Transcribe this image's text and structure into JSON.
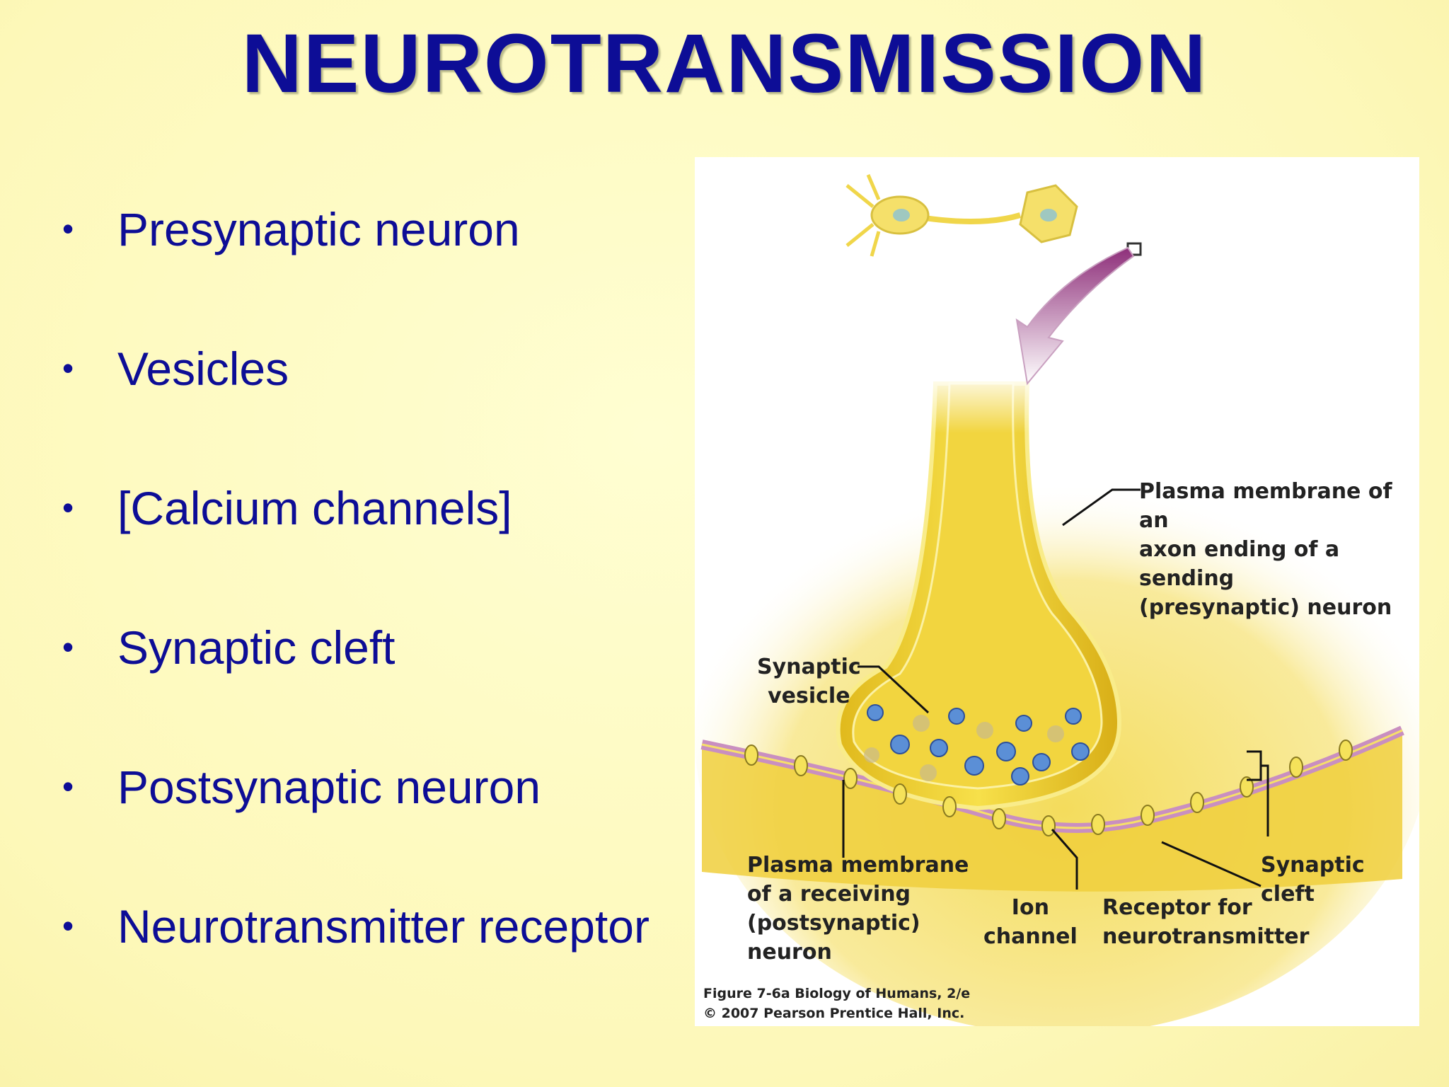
{
  "slide": {
    "title": "NEUROTRANSMISSION",
    "bullet_glyph": "•",
    "bullets": [
      "Presynaptic neuron",
      "Vesicles",
      "[Calcium channels]",
      "Synaptic cleft",
      "Postsynaptic neuron",
      "Neurotransmitter receptor"
    ]
  },
  "figure": {
    "labels": {
      "presynaptic_membrane": "Plasma membrane of an\naxon ending of a sending\n(presynaptic) neuron",
      "synaptic_vesicle": "Synaptic\nvesicle",
      "postsynaptic_membrane": "Plasma membrane\nof a receiving\n(postsynaptic)\nneuron",
      "ion_channel": "Ion\nchannel",
      "receptor": "Receptor for\nneurotransmitter",
      "synaptic_cleft": "Synaptic\ncleft"
    },
    "credit": "Figure 7-6a  Biology of Humans, 2/e\n© 2007 Pearson Prentice Hall, Inc."
  },
  "colors": {
    "title": "#0d0d96",
    "text": "#0d0d96",
    "background": "#fdf8b9",
    "neuron": "#f2d23a",
    "membrane_post": "#c98fc0",
    "vesicle": "#5b8fd6"
  }
}
